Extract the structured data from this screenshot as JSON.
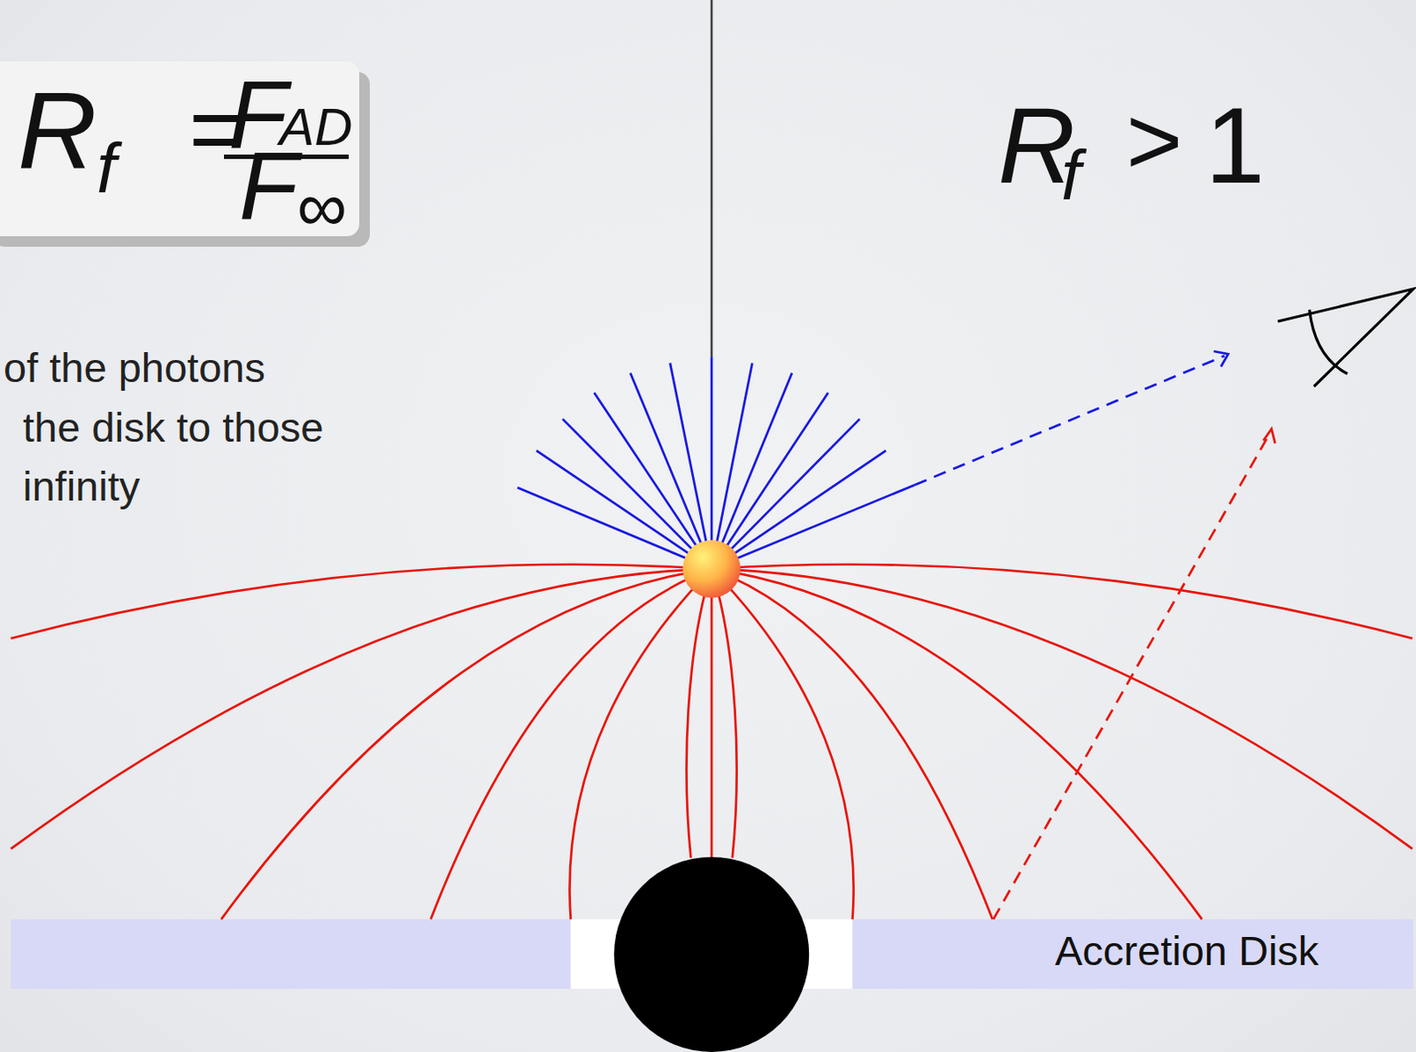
{
  "diagram": {
    "nodes": [
      {
        "text": [
          "R",
          "f",
          "=",
          "F",
          "AD",
          "F",
          "∞"
        ]
      },
      {
        "text": [
          "Accretion Disk"
        ]
      }
    ],
    "labels": [
      "of the photons",
      "the disk to those",
      "infinity",
      "R",
      "f",
      ">",
      "1"
    ]
  }
}
